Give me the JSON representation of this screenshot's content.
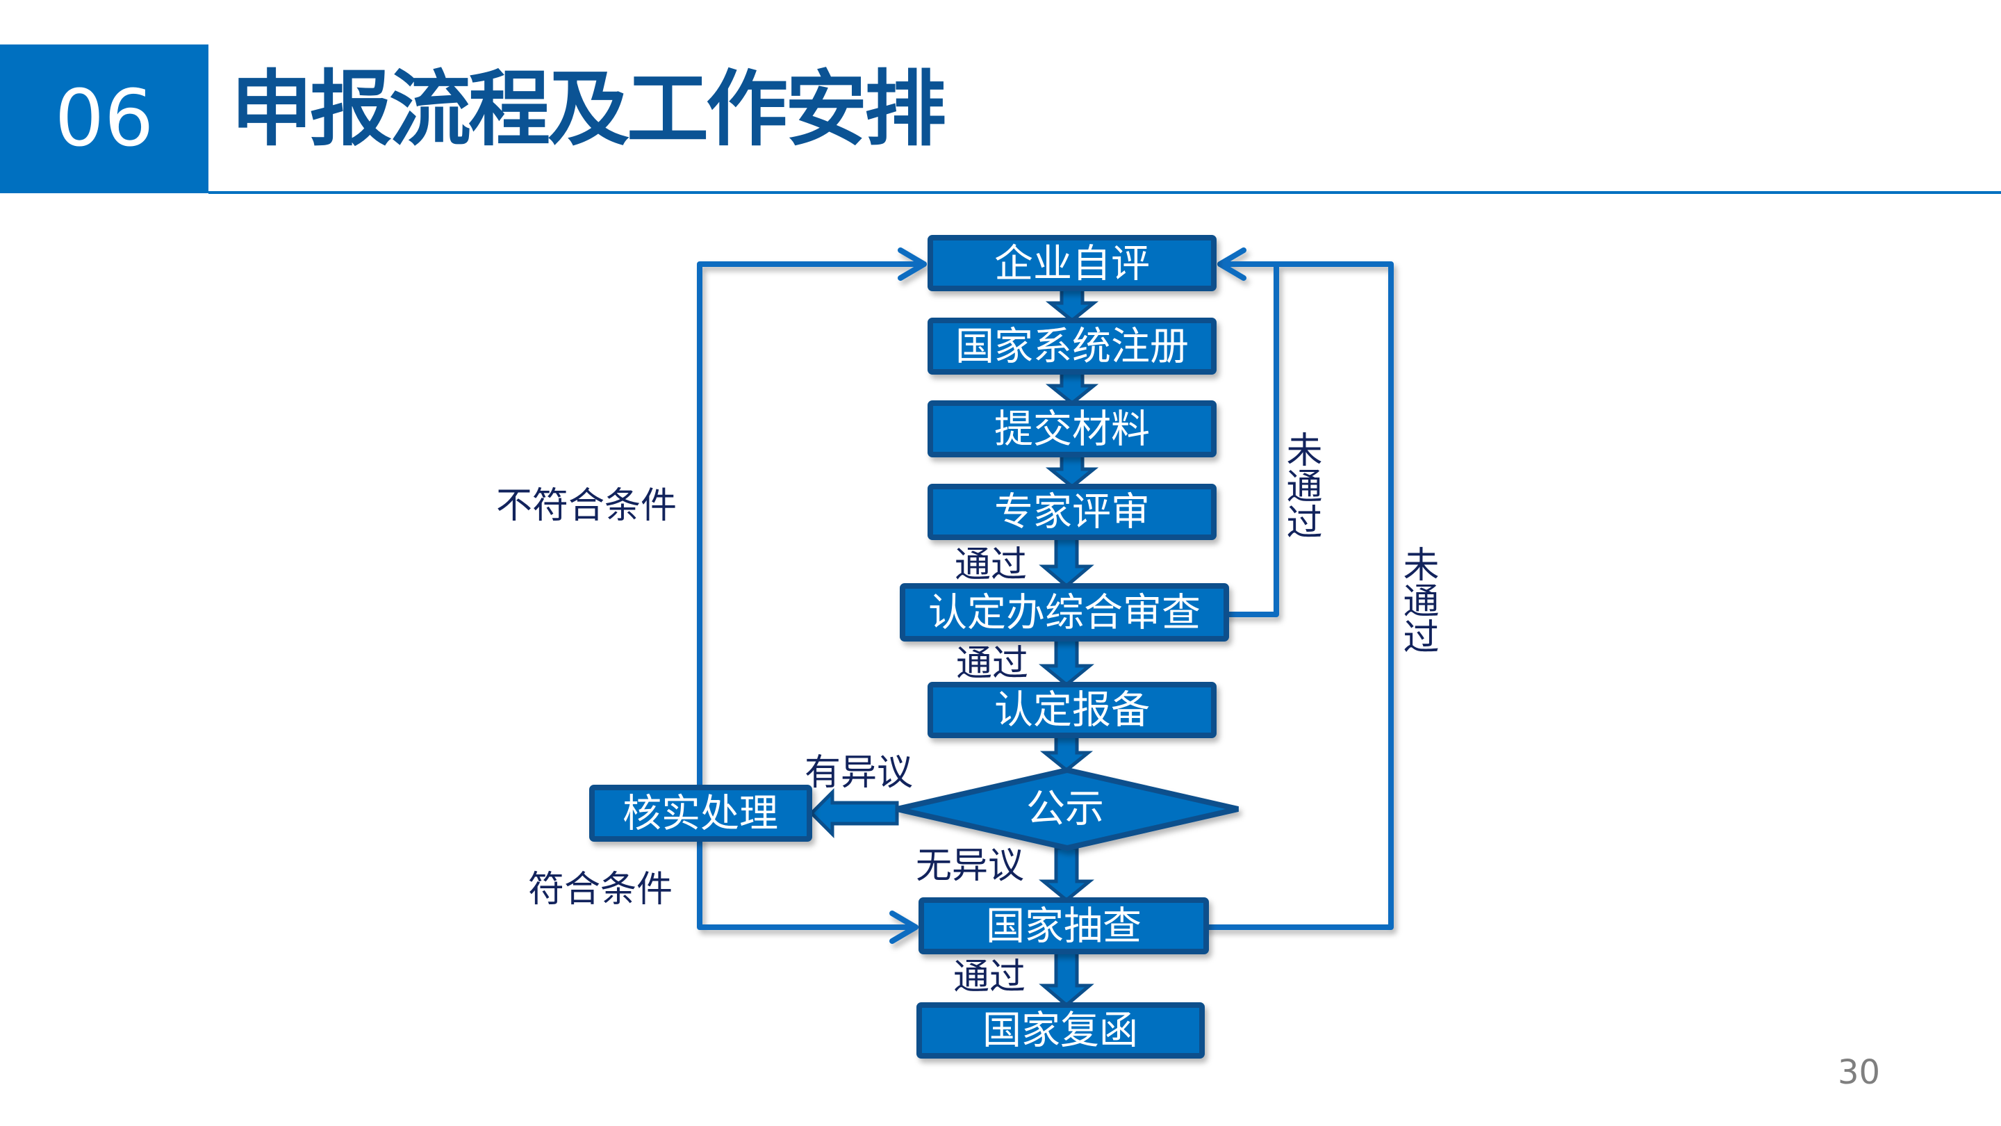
{
  "header": {
    "section_number": "06",
    "title": "申报流程及工作安排"
  },
  "flow": {
    "steps": [
      "企业自评",
      "国家系统注册",
      "提交材料",
      "专家评审",
      "认定办综合审查",
      "认定报备",
      "公示",
      "国家抽查",
      "国家复函"
    ],
    "side_step": "核实处理",
    "labels": {
      "pass_1": "通过",
      "pass_2": "通过",
      "pass_3": "通过",
      "has_objection": "有异议",
      "no_objection": "无异议",
      "not_eligible": "不符合条件",
      "eligible": "符合条件",
      "not_passed_inner": "未通过",
      "not_passed_outer": "未通过"
    },
    "colors": {
      "box_fill": "#0070c0",
      "box_border": "#0b4f8c",
      "line": "#0a6cc0",
      "label_text": "#12235c"
    }
  },
  "footer": {
    "page_number": "30"
  }
}
